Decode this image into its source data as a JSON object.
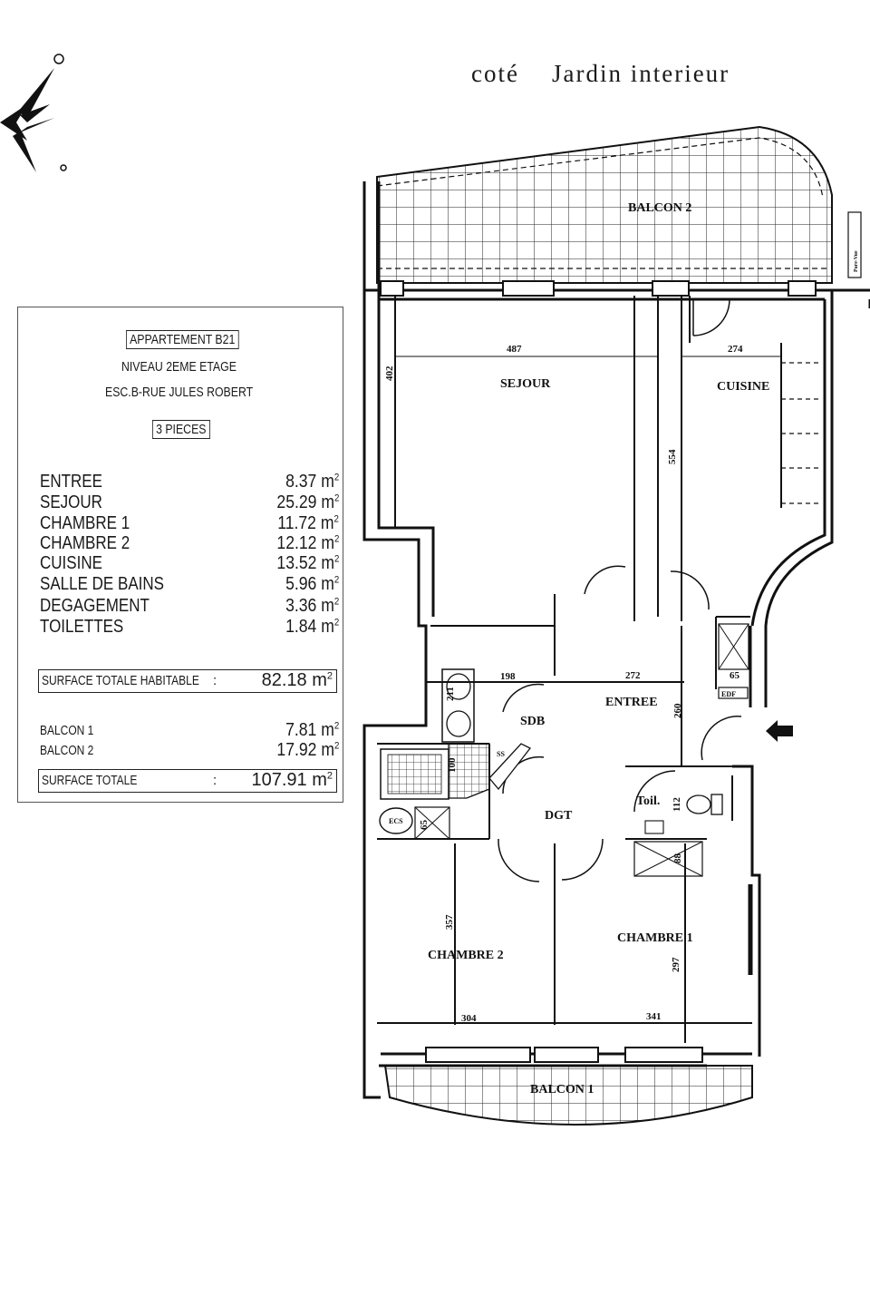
{
  "heading": {
    "part1": "coté",
    "part2": "Jardin interieur"
  },
  "apartment": {
    "title": "APPARTEMENT B21",
    "level": "NIVEAU 2EME ETAGE",
    "address": "ESC.B-RUE JULES ROBERT",
    "rooms_count": "3 PIECES"
  },
  "areas": [
    {
      "name": "ENTREE",
      "value": "8.37"
    },
    {
      "name": "SEJOUR",
      "value": "25.29"
    },
    {
      "name": "CHAMBRE 1",
      "value": "11.72"
    },
    {
      "name": "CHAMBRE 2",
      "value": "12.12"
    },
    {
      "name": "CUISINE",
      "value": "13.52"
    },
    {
      "name": "SALLE DE BAINS",
      "value": "5.96"
    },
    {
      "name": "DEGAGEMENT",
      "value": "3.36"
    },
    {
      "name": "TOILETTES",
      "value": "1.84"
    }
  ],
  "unit": "m",
  "unit_exp": "2",
  "surface_habitable": {
    "label": "SURFACE TOTALE HABITABLE",
    "colon": ":",
    "value": "82.18"
  },
  "balconies": [
    {
      "name": "BALCON 1",
      "value": "7.81"
    },
    {
      "name": "BALCON 2",
      "value": "17.92"
    }
  ],
  "surface_totale": {
    "label": "SURFACE TOTALE",
    "colon": ":",
    "value": "107.91"
  },
  "plan": {
    "rooms": {
      "balcon2": "BALCON 2",
      "sejour": "SEJOUR",
      "cuisine": "CUISINE",
      "entree": "ENTREE",
      "sdb": "SDB",
      "toil": "Toil.",
      "dgt": "DGT",
      "chambre1": "CHAMBRE 1",
      "chambre2": "CHAMBRE 2",
      "balcon1": "BALCON 1"
    },
    "dims": {
      "d487": "487",
      "d274": "274",
      "d402": "402",
      "d554": "554",
      "d198": "198",
      "d272": "272",
      "d260": "260",
      "d65a": "65",
      "d211": "211",
      "d100": "100",
      "d65b": "65",
      "d112": "112",
      "d88": "88",
      "d357": "357",
      "d297": "297",
      "d304": "304",
      "d341": "341"
    },
    "tags": {
      "ecs": "ECS",
      "ss": "SS",
      "edf": "EDF",
      "pareves": "Pare-Vue"
    }
  }
}
